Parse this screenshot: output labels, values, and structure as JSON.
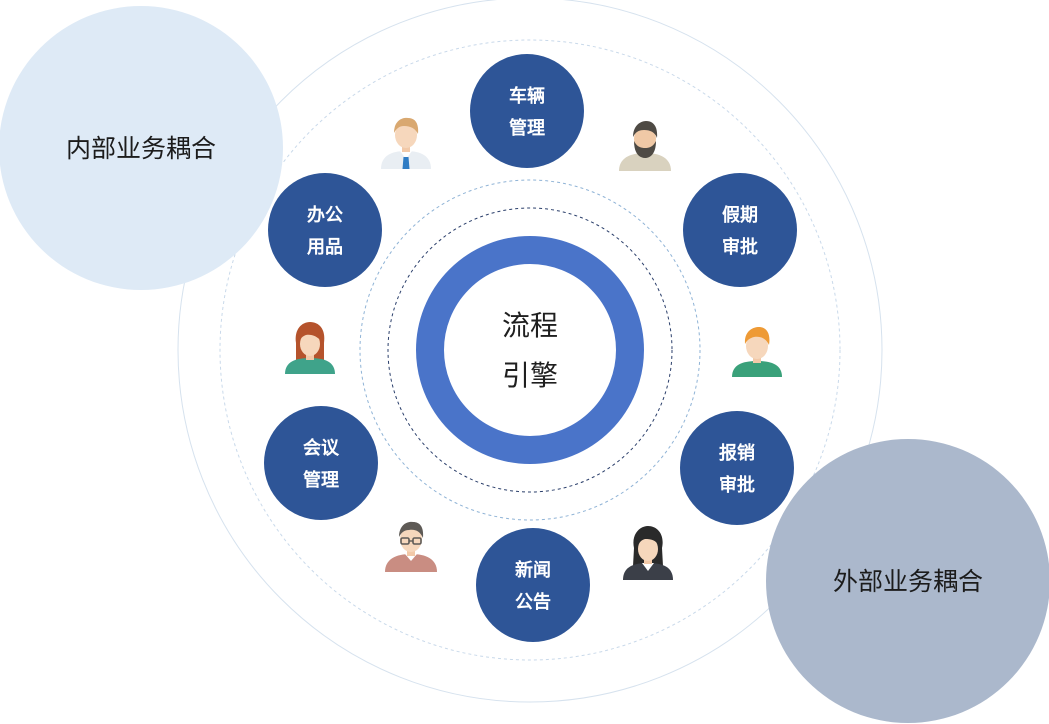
{
  "colors": {
    "module_fill": "#2e5597",
    "engine_ring": "#4a74c9",
    "internal_bubble": "#deeaf6",
    "external_bubble": "#abb8cc",
    "guide_line": "#c9d9ea",
    "inner_dashed": "#2b3f6b"
  },
  "engine": {
    "line1": "流程",
    "line2": "引擎"
  },
  "coupling": {
    "internal": "内部业务耦合",
    "external": "外部业务耦合"
  },
  "modules": [
    {
      "id": "vehicle",
      "line1": "车辆",
      "line2": "管理"
    },
    {
      "id": "leave",
      "line1": "假期",
      "line2": "审批"
    },
    {
      "id": "expense",
      "line1": "报销",
      "line2": "审批"
    },
    {
      "id": "news",
      "line1": "新闻",
      "line2": "公告"
    },
    {
      "id": "meeting",
      "line1": "会议",
      "line2": "管理"
    },
    {
      "id": "office",
      "line1": "办公",
      "line2": "用品"
    }
  ],
  "people": [
    {
      "id": "man-blond-tie",
      "icon": "man-with-tie-avatar-icon"
    },
    {
      "id": "man-beard",
      "icon": "bearded-man-avatar-icon"
    },
    {
      "id": "woman-auburn",
      "icon": "woman-avatar-icon"
    },
    {
      "id": "man-orange",
      "icon": "young-man-avatar-icon"
    },
    {
      "id": "man-glasses",
      "icon": "man-with-glasses-avatar-icon"
    },
    {
      "id": "woman-dark-hair",
      "icon": "businesswoman-avatar-icon"
    }
  ]
}
